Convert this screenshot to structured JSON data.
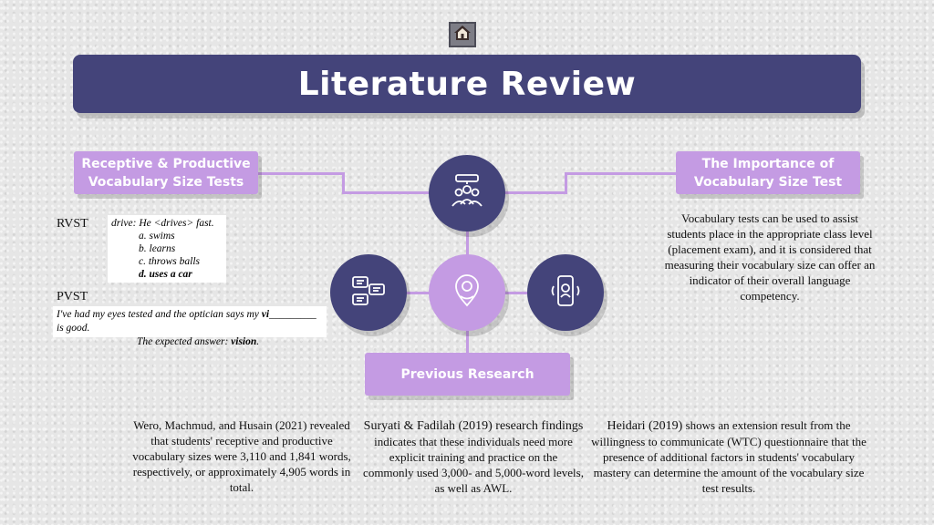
{
  "header": {
    "home_icon": "home-icon",
    "title": "Literature Review"
  },
  "tags": {
    "left_line1": "Receptive & Productive",
    "left_line2": "Vocabulary Size Tests",
    "right_line1": "The Importance of",
    "right_line2": "Vocabulary Size Test",
    "bottom": "Previous Research"
  },
  "icons": {
    "top": "students-discussion-icon",
    "left": "chat-bubbles-icon",
    "center": "location-pin-icon",
    "right": "smartphone-icon"
  },
  "colors": {
    "dark_purple": "#44447a",
    "light_purple": "#c49be3"
  },
  "rvst": {
    "label": "RVST",
    "prompt": "drive: He <drives> fast.",
    "options": [
      "a.  swims",
      "b.  learns",
      "c.  throws balls",
      "d.  uses a car"
    ]
  },
  "pvst": {
    "label": "PVST",
    "sentence_start": "I've had my eyes tested and the optician says my ",
    "sentence_bold": "vi",
    "sentence_end": "_________ is good.",
    "answer_prefix": "The expected answer: ",
    "answer_value": "vision"
  },
  "importance_text": "Vocabulary tests can be used to assist students place in the appropriate class level (placement exam), and it is considered that measuring their vocabulary size can offer an indicator of their overall language competency.",
  "research": {
    "item1": "Wero, Machmud, and Husain (2021) revealed that students' receptive and productive vocabulary sizes were 3,110 and 1,841 words, respectively, or approximately 4,905 words in total.",
    "item2_lead": "Suryati & Fadilah (2019) research findings",
    "item2_rest": " indicates that these individuals need more explicit training and practice on the commonly used 3,000- and 5,000-word levels, as well as AWL.",
    "item3_lead": "Heidari (2019)",
    "item3_rest": " shows an extension result from the willingness to communicate (WTC) questionnaire that the presence of additional factors in students' vocabulary mastery can determine the amount of the vocabulary size test results."
  }
}
